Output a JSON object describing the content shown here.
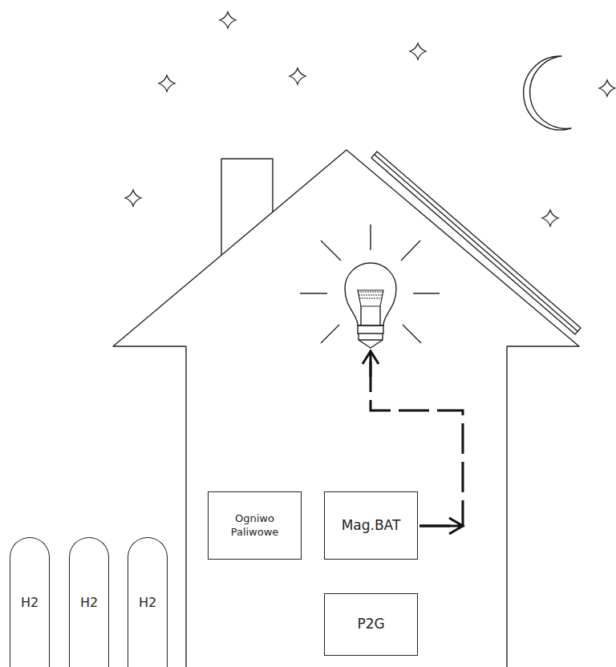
{
  "diagram": {
    "nodes": [
      {
        "text": [
          "Ogniwo Paliwowe"
        ]
      },
      {
        "text": [
          "Mag.BAT"
        ]
      },
      {
        "text": [
          "P2G"
        ]
      },
      {
        "text": [
          "H2"
        ]
      },
      {
        "text": [
          "H2"
        ]
      },
      {
        "text": [
          "H2"
        ]
      }
    ]
  }
}
